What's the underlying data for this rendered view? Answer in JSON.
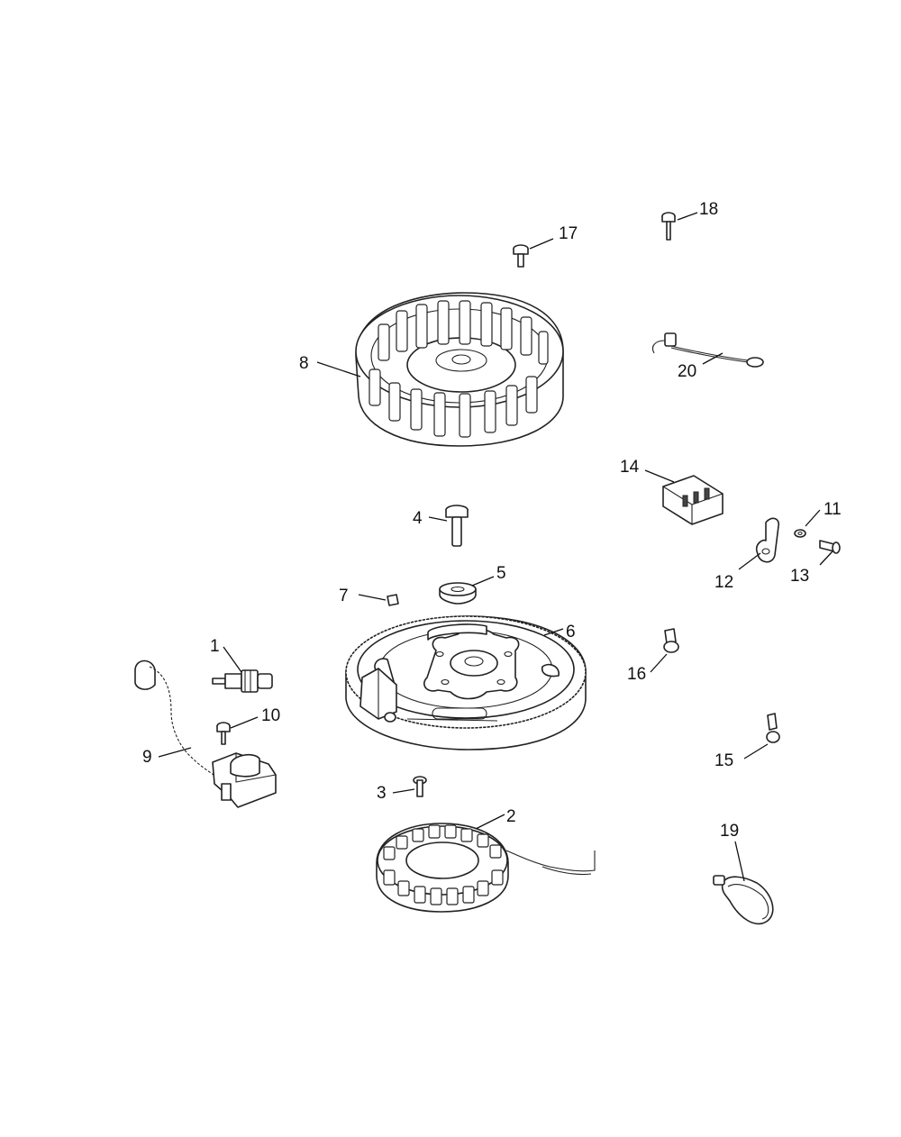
{
  "diagram": {
    "callouts": [
      "1",
      "2",
      "3",
      "4",
      "5",
      "6",
      "7",
      "8",
      "9",
      "10",
      "11",
      "12",
      "13",
      "14",
      "15",
      "16",
      "17",
      "18",
      "19",
      "20"
    ],
    "parts": [
      "spark-plug",
      "stator",
      "stator-screw",
      "flywheel-bolt",
      "flywheel-washer",
      "flywheel",
      "flywheel-key",
      "fan",
      "ignition-module",
      "module-screw",
      "washer",
      "ground-bracket",
      "bracket-screw",
      "rectifier",
      "wire-clip",
      "wire-clip-2",
      "fan-screw",
      "rectifier-screw",
      "wire-tie",
      "ground-lead"
    ]
  }
}
